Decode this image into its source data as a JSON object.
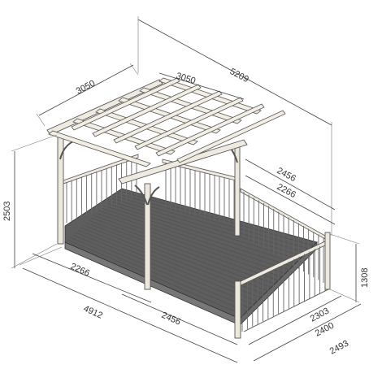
{
  "dimensions": {
    "roof_depth_left": "3050",
    "roof_depth_right": "3050",
    "overall_length": "5209",
    "overall_height": "2503",
    "rail_length_outer": "2456",
    "rail_length_inner": "2266",
    "post_spacing_front": "2266",
    "deck_length": "4912",
    "deck_section": "2456",
    "rail_height": "1308",
    "width_inner": "2303",
    "width_mid": "2400",
    "width_outer": "2493"
  },
  "colors": {
    "deck": "#5e5e5e",
    "timber": "#efeadf",
    "outline": "#555555"
  }
}
